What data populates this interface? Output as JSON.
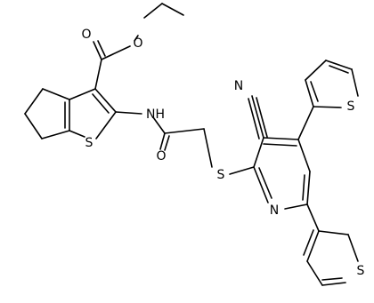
{
  "molecule": {
    "atom_labels": {
      "O_carbonyl_ester": "O",
      "O_ester_link": "O",
      "NH_amide": "NH",
      "S_thiophene_core": "S",
      "O_amide": "O",
      "S_thioether": "S",
      "N_nitrile": "N",
      "N_pyridine": "N",
      "S_thienyl_upper": "S",
      "S_thienyl_lower": "S"
    }
  },
  "colors": {
    "bond": "#000000",
    "label": "#000000",
    "background": "#ffffff"
  }
}
